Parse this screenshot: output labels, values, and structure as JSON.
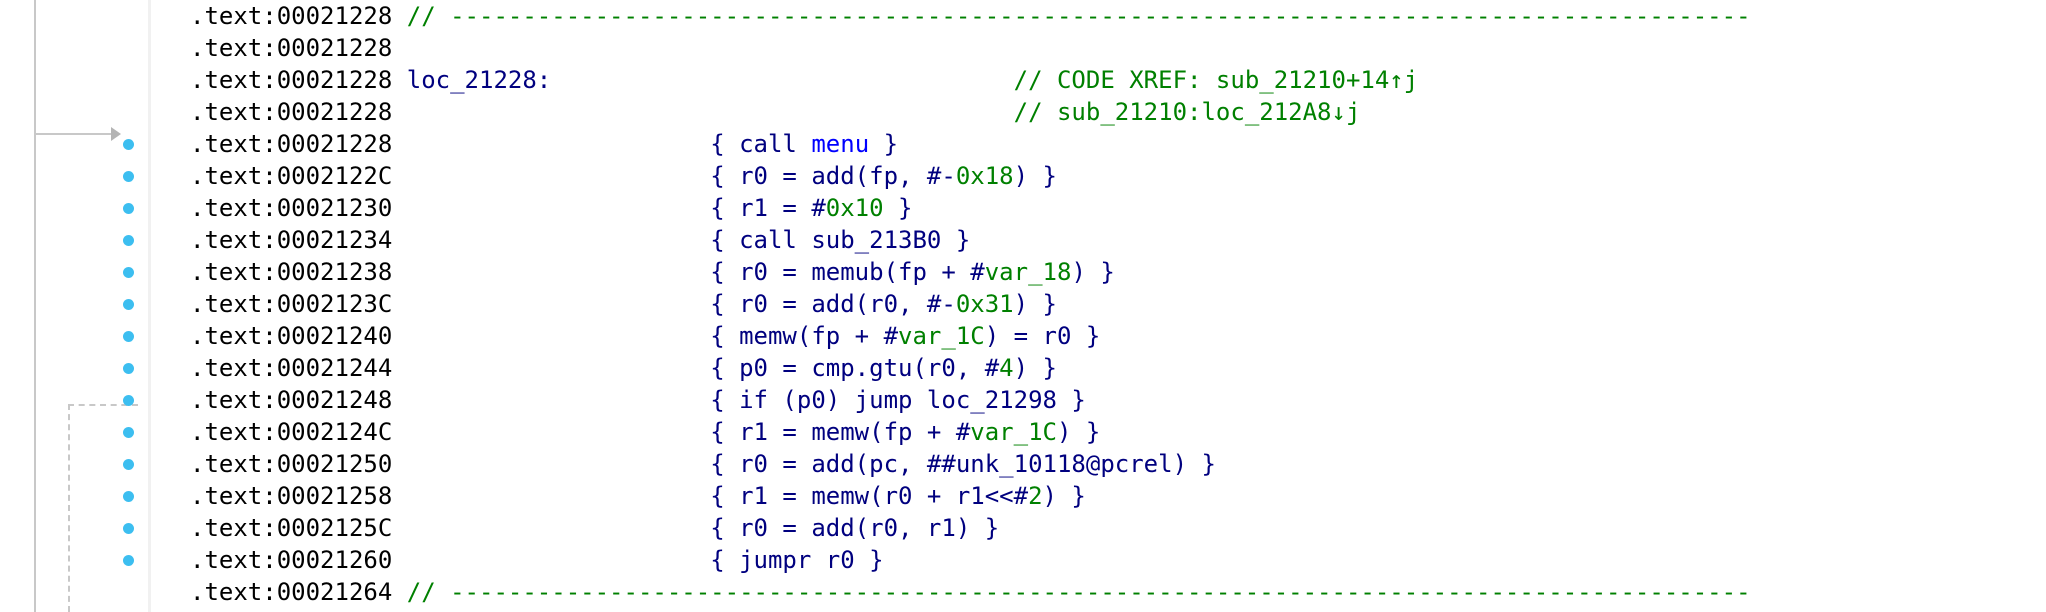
{
  "lines": [
    {
      "addr": ".text:00021228",
      "gap": " ",
      "comment": "// ------------------------------------------------------------------------------------------"
    },
    {
      "addr": ".text:00021228"
    },
    {
      "addr": ".text:00021228",
      "gap": " ",
      "label": "loc_21228:",
      "gap2": "                                ",
      "comment": "// CODE XREF: sub_21210+14↑j"
    },
    {
      "addr": ".text:00021228",
      "gap": "                                           ",
      "comment": "// sub_21210:loc_212A8↓j"
    },
    {
      "addr": ".text:00021228",
      "gap": "                      ",
      "t1": "{ call ",
      "target": "menu",
      "t2": " }"
    },
    {
      "addr": ".text:0002122C",
      "gap": "                      ",
      "t1": "{ r0 = add(fp, #-",
      "num": "0x18",
      "t2": ") }"
    },
    {
      "addr": ".text:00021230",
      "gap": "                      ",
      "t1": "{ r1 = #",
      "num": "0x10",
      "t2": " }"
    },
    {
      "addr": ".text:00021234",
      "gap": "                      ",
      "t1": "{ call sub_213B0 }"
    },
    {
      "addr": ".text:00021238",
      "gap": "                      ",
      "t1": "{ r0 = memub(fp + #",
      "var": "var_18",
      "t2": ") }"
    },
    {
      "addr": ".text:0002123C",
      "gap": "                      ",
      "t1": "{ r0 = add(r0, #-",
      "num": "0x31",
      "t2": ") }"
    },
    {
      "addr": ".text:00021240",
      "gap": "                      ",
      "t1": "{ memw(fp + #",
      "var": "var_1C",
      "t2": ") = r0 }"
    },
    {
      "addr": ".text:00021244",
      "gap": "                      ",
      "t1": "{ p0 = cmp.gtu(r0, #",
      "num": "4",
      "t2": ") }"
    },
    {
      "addr": ".text:00021248",
      "gap": "                      ",
      "t1": "{ if (p0) jump loc_21298 }"
    },
    {
      "addr": ".text:0002124C",
      "gap": "                      ",
      "t1": "{ r1 = memw(fp + #",
      "var": "var_1C",
      "t2": ") }"
    },
    {
      "addr": ".text:00021250",
      "gap": "                      ",
      "t1": "{ r0 = add(pc, ##unk_10118@pcrel) }"
    },
    {
      "addr": ".text:00021258",
      "gap": "                      ",
      "t1": "{ r1 = memw(r0 + r1<<#",
      "num": "2",
      "t2": ") }"
    },
    {
      "addr": ".text:0002125C",
      "gap": "                      ",
      "t1": "{ r0 = add(r0, r1) }"
    },
    {
      "addr": ".text:00021260",
      "gap": "                      ",
      "t1": "{ jumpr r0 }"
    },
    {
      "addr": ".text:00021264",
      "gap": " ",
      "comment": "// ------------------------------------------------------------------------------------------"
    }
  ],
  "breakpoint_color": "#3cbef0",
  "colors": {
    "address": "#000000",
    "code": "#00007f",
    "comment": "#008000",
    "number": "#008000",
    "target": "#0000ff"
  }
}
